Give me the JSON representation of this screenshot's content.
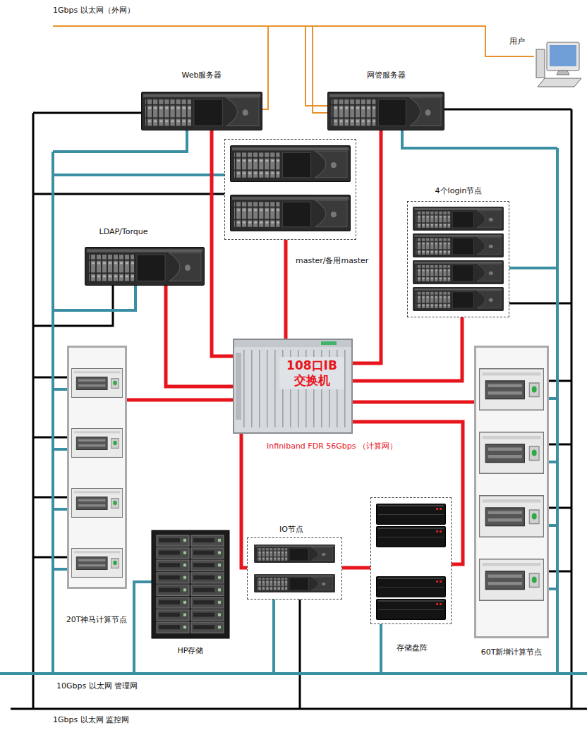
{
  "diagram": {
    "nodes": [
      {
        "text": [
          "用户"
        ]
      },
      {
        "text": [
          "Web服务器"
        ]
      },
      {
        "text": [
          "网管服务器"
        ]
      },
      {
        "text": [
          "master/备用master"
        ]
      },
      {
        "text": [
          "4个login节点"
        ]
      },
      {
        "text": [
          "LDAP/Torque"
        ]
      },
      {
        "text": [
          "108口IB 交换机"
        ]
      },
      {
        "text": [
          "20T神马计算节点"
        ]
      },
      {
        "text": [
          "HP存储"
        ]
      },
      {
        "text": [
          "IO节点"
        ]
      },
      {
        "text": [
          "存储盘阵"
        ]
      },
      {
        "text": [
          "60T新增计算节点"
        ]
      }
    ],
    "edges": [
      {
        "from": 1,
        "to": 6,
        "arrow": "none"
      },
      {
        "from": 3,
        "to": 6,
        "arrow": "none"
      },
      {
        "from": 2,
        "to": 6,
        "arrow": "none"
      },
      {
        "from": 5,
        "to": 6,
        "arrow": "none"
      },
      {
        "from": 4,
        "to": 6,
        "arrow": "none"
      },
      {
        "from": 7,
        "to": 6,
        "arrow": "none"
      },
      {
        "from": 6,
        "to": 11,
        "arrow": "none"
      },
      {
        "from": 6,
        "to": 9,
        "arrow": "none"
      },
      {
        "from": 6,
        "to": 10,
        "arrow": "none"
      },
      {
        "from": 9,
        "to": 10,
        "arrow": "none"
      }
    ],
    "labels": [
      "1Gbps 以太网（外网）",
      "Infiniband FDR 56Gbps （计算网）",
      "10Gbps 以太网 管理网",
      "1Gbps 以太网 监控网"
    ]
  }
}
